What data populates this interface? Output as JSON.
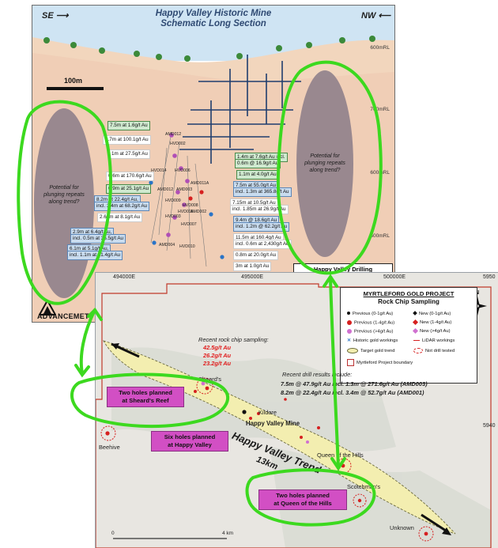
{
  "section": {
    "title_line1": "Happy Valley Historic Mine",
    "title_line2": "Schematic Long Section",
    "dir_left": "SE",
    "dir_right": "NW",
    "scale_label": "100m",
    "rl_labels": [
      "600mRL",
      "700mRL",
      "600mRL",
      "500mRL"
    ],
    "potential_text": "Potential for plunging repeats along trend?",
    "company": "ADVANCEMET",
    "inset_title": "Happy Valley Drilling",
    "intercepts": [
      {
        "text": "7.5m at 1.6g/t Au",
        "style": "g"
      },
      {
        "text": "0.7m at 100.1g/t Au",
        "style": "w"
      },
      {
        "text": "1m at 27.5g/t Au",
        "style": "w"
      },
      {
        "text": "0.6m at 170.6g/t Au",
        "style": "w"
      },
      {
        "text": "0.9m at 25.1g/t Au",
        "style": "g"
      },
      {
        "text": "8.2m at 22.4g/t Au,",
        "style": "b"
      },
      {
        "text": "incl. 3.4m at 68.2g/t Au",
        "style": "b"
      },
      {
        "text": "2.65m at 8.1g/t Au",
        "style": "w"
      },
      {
        "text": "2.9m at 6.4g/t Au,",
        "style": "b"
      },
      {
        "text": "incl. 0.5m at 35.5g/t Au",
        "style": "b"
      },
      {
        "text": "6.1m at 5.1g/t Au,",
        "style": "b"
      },
      {
        "text": "incl. 1.1m at 21.4g/t Au",
        "style": "b"
      },
      {
        "text": "1.4m at 7.6g/t Au incl.",
        "style": "g"
      },
      {
        "text": "0.6m @ 16.9g/t Au",
        "style": "g"
      },
      {
        "text": "1.1m at 4.0g/t Au",
        "style": "g"
      },
      {
        "text": "7.5m at 55.0g/t Au",
        "style": "b"
      },
      {
        "text": "incl. 1.3m at 365.8g/t Au",
        "style": "b"
      },
      {
        "text": "7.15m at 10.5g/t Au",
        "style": "w"
      },
      {
        "text": "incl. 1.85m at 26.9g/t Au",
        "style": "w"
      },
      {
        "text": "9.4m @ 18.6g/t Au",
        "style": "b"
      },
      {
        "text": "incl. 1.2m @ 62.2g/t Au",
        "style": "b"
      },
      {
        "text": "11.5m at 160.4g/t Au",
        "style": "w"
      },
      {
        "text": "incl. 0.6m at 2,430g/t Au",
        "style": "w"
      },
      {
        "text": "0.8m at 20.0g/t Au",
        "style": "w"
      },
      {
        "text": "3m at 1.0g/t Au",
        "style": "w"
      }
    ],
    "hole_ids": [
      "AMD012",
      "HVD002",
      "HVD014",
      "HVD006",
      "AMD012",
      "AMD011",
      "AMD011A",
      "AMD003",
      "HVD009",
      "HVD008",
      "HVD005",
      "AMD002",
      "HVD003",
      "HVD007",
      "AMD004",
      "HVD010"
    ]
  },
  "map": {
    "coords_top": [
      "494000E",
      "495000E",
      "500000E",
      "5950"
    ],
    "coord_right": "5940",
    "legend_title": "MYRTLEFORD GOLD PROJECT",
    "legend_subtitle": "Rock Chip Sampling",
    "legend_items": [
      {
        "label": "Previous (0-1g/t Au)",
        "color": "#111111",
        "shape": "dot"
      },
      {
        "label": "New (0-1g/t Au)",
        "color": "#111111",
        "shape": "diamond"
      },
      {
        "label": "Previous (1-4g/t Au)",
        "color": "#d62020",
        "shape": "dot"
      },
      {
        "label": "New (1-4g/t Au)",
        "color": "#d62020",
        "shape": "diamond"
      },
      {
        "label": "Previous (>4g/t Au)",
        "color": "#d070d0",
        "shape": "dot"
      },
      {
        "label": "New (>4g/t Au)",
        "color": "#d070d0",
        "shape": "diamond"
      },
      {
        "label": "Historic gold workings",
        "color": "#2a74c7",
        "shape": "x"
      },
      {
        "label": "LiDAR workings",
        "color": "#d62020",
        "shape": "line"
      },
      {
        "label": "Target gold trend",
        "color": "#e8d88a",
        "shape": "ellipse"
      },
      {
        "label": "Not drill tested",
        "color": "#d62020",
        "shape": "dashellipse"
      },
      {
        "label": "Myrtleford Project boundary",
        "color": "#b33",
        "shape": "box"
      }
    ],
    "rock_chip_heading": "Recent rock chip sampling:",
    "rock_chip_values": [
      "42.5g/t Au",
      "26.2g/t Au",
      "23.2g/t Au"
    ],
    "drill_heading": "Recent drill results include:",
    "drill_line1": "7.5m @ 47.9g/t Au incl. 1.3m @ 271.6g/t Au (AMD003)",
    "drill_line2": "8.2m @ 22.4g/t Au incl. 3.4m @ 52.7g/t Au (AMD001)",
    "places": {
      "sheard": "Sheard's",
      "beehive": "Beehive",
      "kildare": "Kildare",
      "happy_valley": "Happy Valley Mine",
      "queen": "Queen of the Hills",
      "scotchman": "Scotchman's",
      "unknown": "Unknown"
    },
    "trend_label": "Happy Valley Trend",
    "trend_length": "13km",
    "plan_boxes": [
      {
        "line1": "Two holes planned",
        "line2": "at Sheard's Reef"
      },
      {
        "line1": "Six holes planned",
        "line2": "at Happy Valley"
      },
      {
        "line1": "Two holes planned",
        "line2": "at Queen of the Hills"
      }
    ],
    "scale_start": "0",
    "scale_end": "4 km",
    "north": "N"
  },
  "colors": {
    "sky": "#cfe4f3",
    "ground": "#f1d2b8",
    "highlight": "#3cd91f",
    "plan": "#d24fc4",
    "trend": "#f3eeb0"
  }
}
